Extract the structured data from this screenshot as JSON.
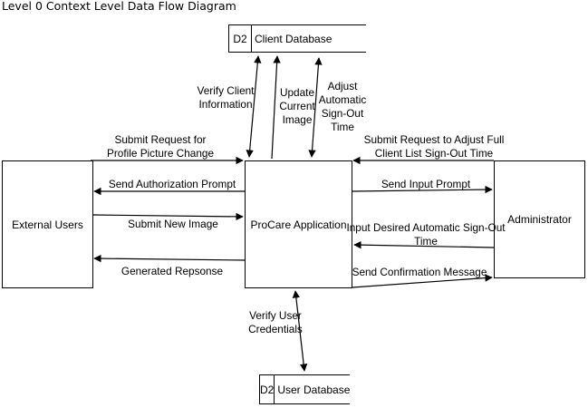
{
  "title": "Level 0 Context Level Data Flow Diagram",
  "entities": {
    "external_users": "External Users",
    "procare": "ProCare Application",
    "administrator": "Administrator"
  },
  "stores": {
    "client_db": {
      "id": "D2",
      "name": "Client Database"
    },
    "user_db": {
      "id": "D2",
      "name": "User Database"
    }
  },
  "flows": {
    "verify_client": [
      "Verify Client",
      "Information"
    ],
    "update_image": [
      "Update",
      "Current",
      "Image"
    ],
    "adjust_signout": [
      "Adjust",
      "Automatic",
      "Sign-Out",
      "Time"
    ],
    "submit_profile": [
      "Submit Request for",
      "Profile Picture Change"
    ],
    "send_auth": "Send Authorization Prompt",
    "submit_image": "Submit New Image",
    "generated_response": "Generated Repsonse",
    "submit_adjust": [
      "Submit Request to Adjust Full",
      "Client List Sign-Out Time"
    ],
    "send_input": "Send Input Prompt",
    "input_desired": [
      "Input Desired Automatic Sign-Out",
      "Time"
    ],
    "send_confirm": "Send Confirmation Message",
    "verify_user": [
      "Verify User",
      "Credentials"
    ]
  }
}
